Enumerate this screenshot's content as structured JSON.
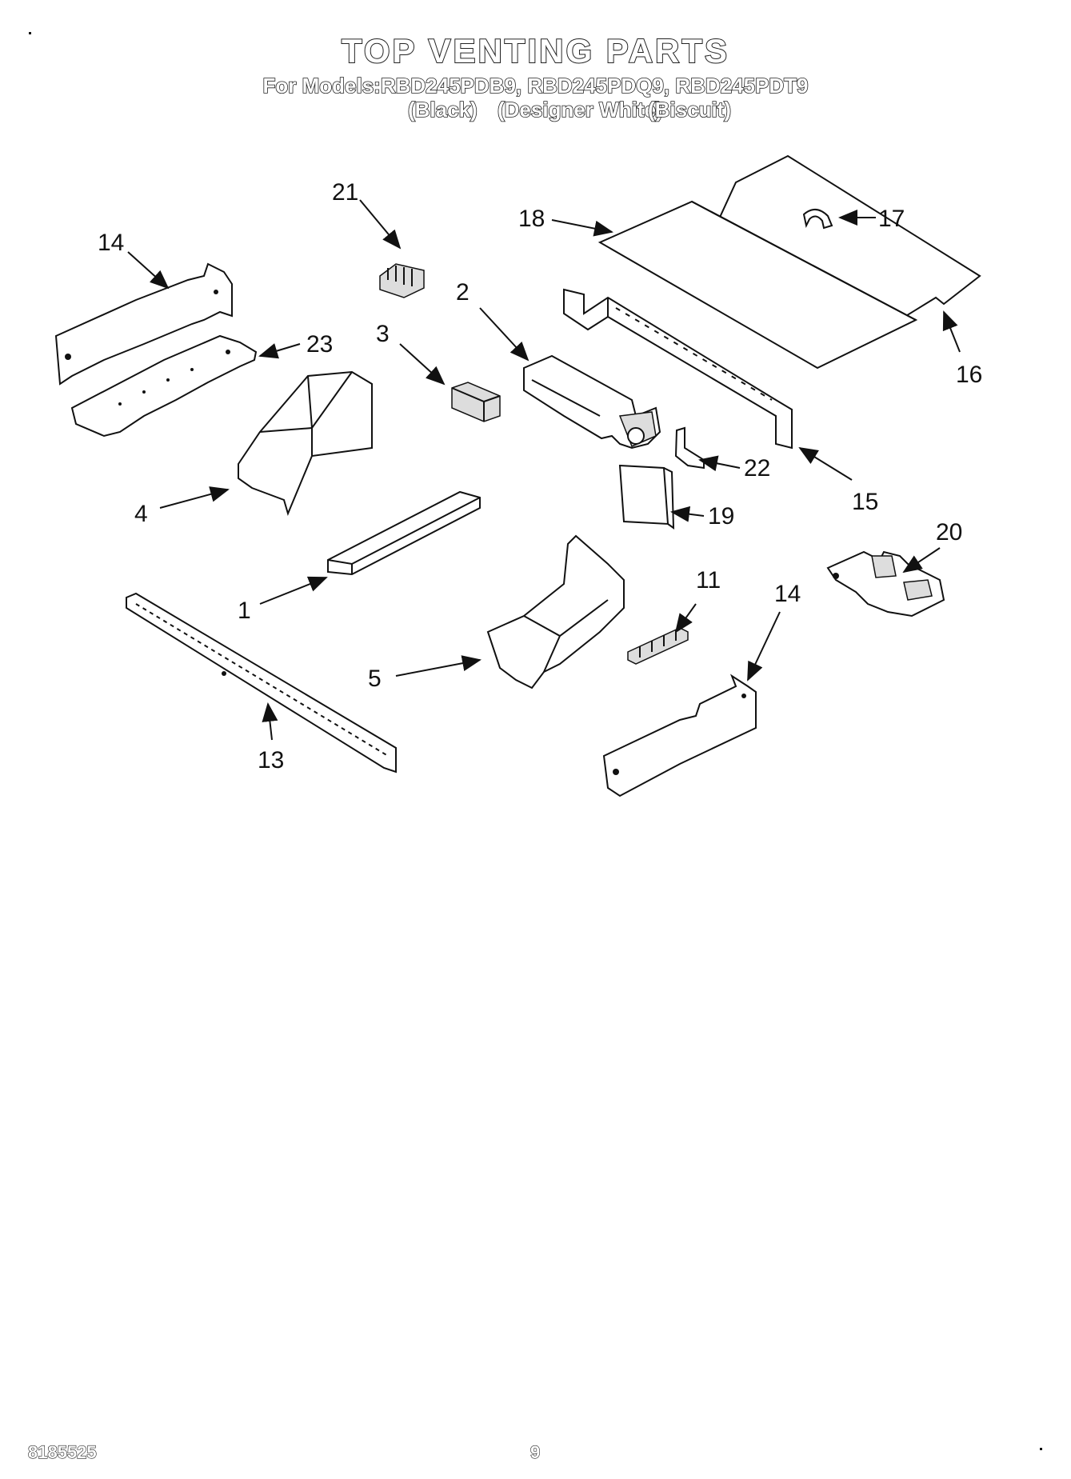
{
  "header": {
    "title": "TOP VENTING PARTS",
    "models_line": "For Models:RBD245PDB9, RBD245PDQ9, RBD245PDT9",
    "color_black": "(Black)",
    "color_white": "(Designer White)",
    "color_biscuit": "(Biscuit)"
  },
  "callouts": {
    "c21": "21",
    "c14a": "14",
    "c18": "18",
    "c17": "17",
    "c16": "16",
    "c2": "2",
    "c3": "3",
    "c23": "23",
    "c4": "4",
    "c22": "22",
    "c15": "15",
    "c19": "19",
    "c20": "20",
    "c1": "1",
    "c11": "11",
    "c14b": "14",
    "c5": "5",
    "c13": "13"
  },
  "footer": {
    "part_number": "8185525",
    "page_number": "9"
  }
}
